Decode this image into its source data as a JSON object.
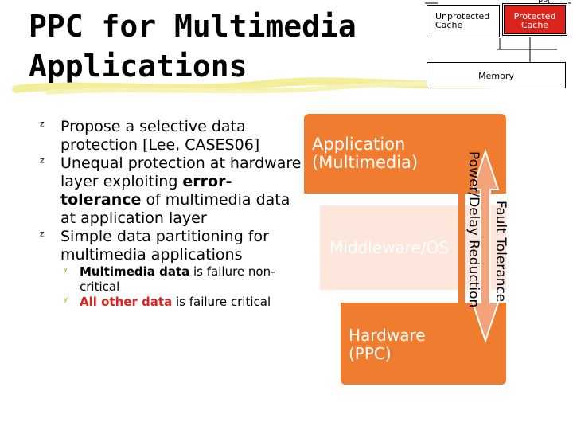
{
  "slide": {
    "title": "PPC for Multimedia Applications"
  },
  "cache_diagram": {
    "unprotected_label": "Unprotected Cache",
    "protected_label": "Protected Cache",
    "ppc_label": "PPC",
    "memory_label": "Memory",
    "protected_color": "#d9251d"
  },
  "bullets": {
    "items": [
      {
        "text": "Propose a selective data protection [Lee, CASES06]"
      },
      {
        "pre": "Unequal protection at hardware layer exploiting ",
        "bold": "error-tolerance",
        "post": " of multimedia data at application layer"
      },
      {
        "text": "Simple data partitioning for multimedia applications"
      }
    ],
    "subitems": [
      {
        "strong": "Multimedia data",
        "rest": " is failure non-critical"
      },
      {
        "strong": "All other data",
        "rest": " is failure critical"
      }
    ]
  },
  "layers": {
    "application": "Application (Multimedia)",
    "middleware": "Middleware/OS",
    "hardware": "Hardware (PPC)",
    "power_delay": "Power/Delay Reduction",
    "fault_tolerance": "Fault Tolerance",
    "accent_color": "#f07c2f"
  }
}
